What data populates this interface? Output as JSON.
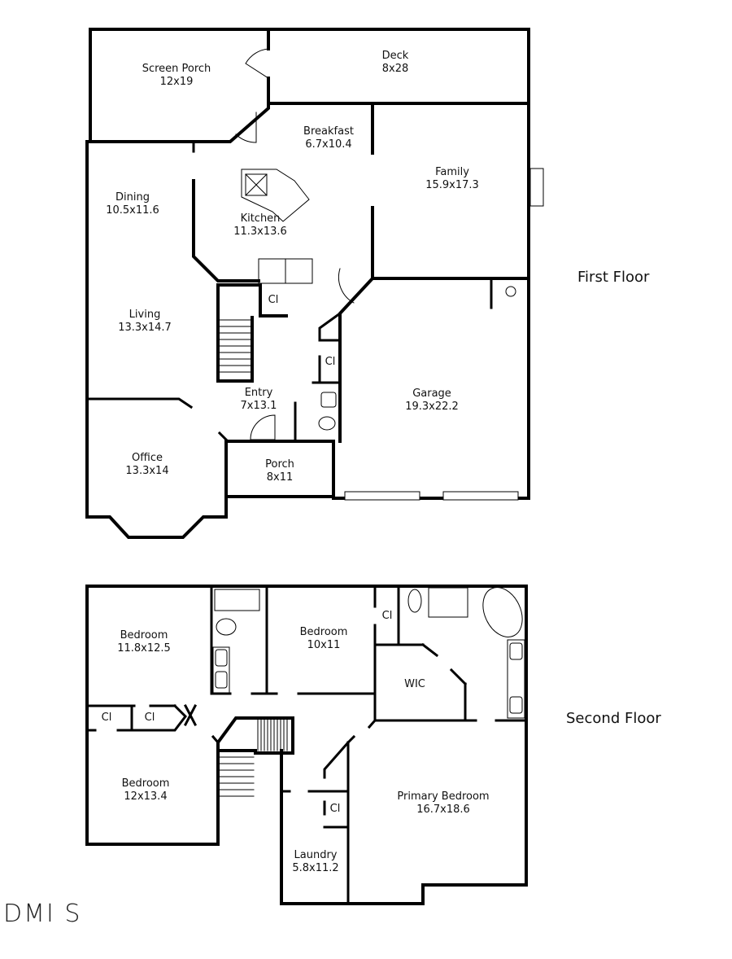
{
  "floors": [
    {
      "label": "First Floor",
      "rooms": [
        {
          "name": "Screen Porch",
          "size": "12x19"
        },
        {
          "name": "Deck",
          "size": "8x28"
        },
        {
          "name": "Breakfast",
          "size": "6.7x10.4"
        },
        {
          "name": "Family",
          "size": "15.9x17.3"
        },
        {
          "name": "Dining",
          "size": "10.5x11.6"
        },
        {
          "name": "Kitchen",
          "size": "11.3x13.6"
        },
        {
          "name": "Living",
          "size": "13.3x14.7"
        },
        {
          "name": "Entry",
          "size": "7x13.1"
        },
        {
          "name": "Garage",
          "size": "19.3x22.2"
        },
        {
          "name": "Office",
          "size": "13.3x14"
        },
        {
          "name": "Porch",
          "size": "8x11"
        },
        {
          "name": "Cl",
          "size": ""
        },
        {
          "name": "Cl",
          "size": ""
        }
      ]
    },
    {
      "label": "Second Floor",
      "rooms": [
        {
          "name": "Bedroom",
          "size": "11.8x12.5"
        },
        {
          "name": "Bedroom",
          "size": "10x11"
        },
        {
          "name": "WIC",
          "size": ""
        },
        {
          "name": "Bedroom",
          "size": "12x13.4"
        },
        {
          "name": "Primary Bedroom",
          "size": "16.7x18.6"
        },
        {
          "name": "Laundry",
          "size": "5.8x11.2"
        },
        {
          "name": "Cl",
          "size": ""
        },
        {
          "name": "Cl",
          "size": ""
        },
        {
          "name": "Cl",
          "size": ""
        },
        {
          "name": "Cl",
          "size": ""
        }
      ]
    }
  ],
  "watermark": "DMI S"
}
